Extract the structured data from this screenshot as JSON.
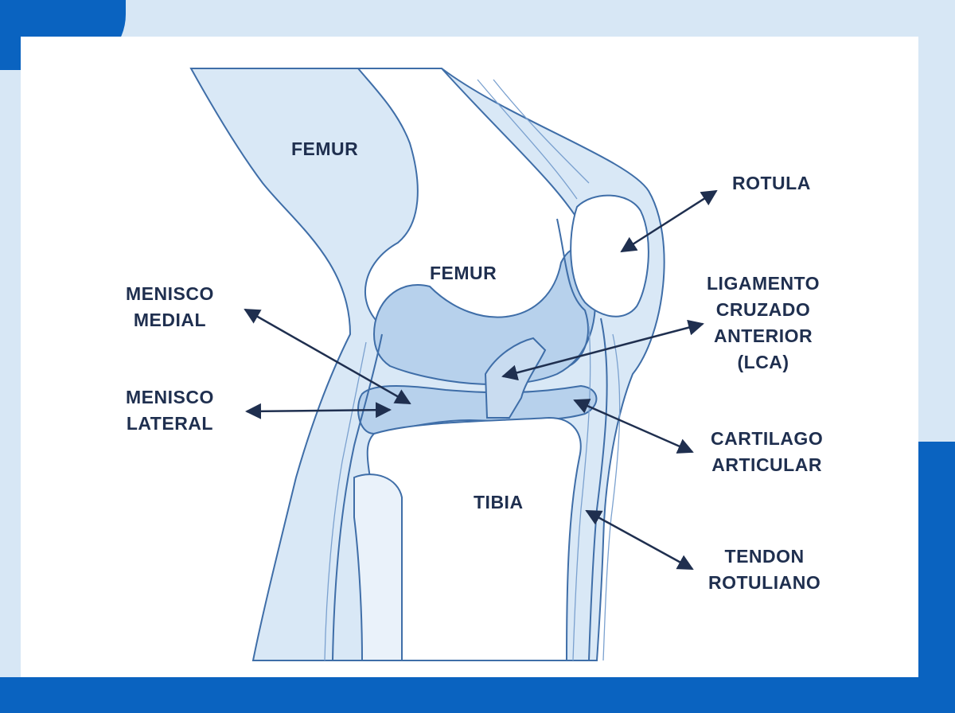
{
  "labels": {
    "femur_top": "FEMUR",
    "femur_center": "FEMUR",
    "tibia": "TIBIA",
    "rotula": "ROTULA",
    "menisco_medial": [
      "MENISCO",
      "MEDIAL"
    ],
    "menisco_lateral": [
      "MENISCO",
      "LATERAL"
    ],
    "lca": [
      "LIGAMENTO",
      "CRUZADO",
      "ANTERIOR",
      "(LCA)"
    ],
    "cartilago": [
      "CARTILAGO",
      "ARTICULAR"
    ],
    "tendon": [
      "TENDON",
      "ROTULIANO"
    ]
  },
  "colors": {
    "accent": "#0a63c0",
    "background": "#d7e7f5",
    "panel": "#ffffff",
    "tissue_light": "#d9e8f6",
    "tissue_mid": "#b7d1ec",
    "outline": "#2f5e9a",
    "text": "#1f2f4f",
    "arrow": "#1f2f4f"
  }
}
